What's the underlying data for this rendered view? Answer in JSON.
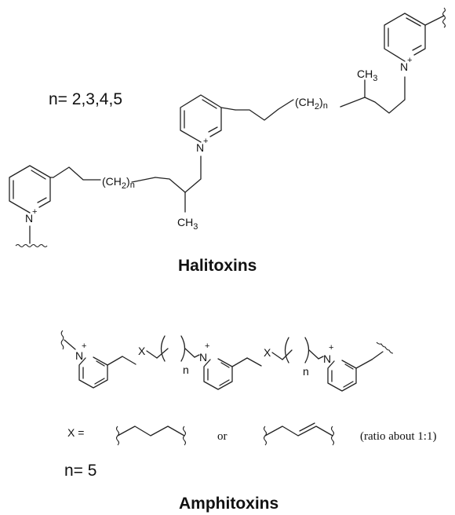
{
  "halitoxins": {
    "n_values": "n= 2,3,4,5",
    "title": "Halitoxins",
    "labels": {
      "ch3": "CH",
      "ch3_sub": "3",
      "ch2": "(CH",
      "ch2_sub": "2",
      "ch2_close": ")",
      "n": "n",
      "nitrogen": "N",
      "plus": "+"
    }
  },
  "amphitoxins": {
    "title": "Amphitoxins",
    "x_label": "X",
    "n_label": "n",
    "nitrogen": "N",
    "plus": "+",
    "x_equals": "X =",
    "or": "or",
    "ratio": "(ratio about 1:1)",
    "n_value": "n= 5"
  }
}
